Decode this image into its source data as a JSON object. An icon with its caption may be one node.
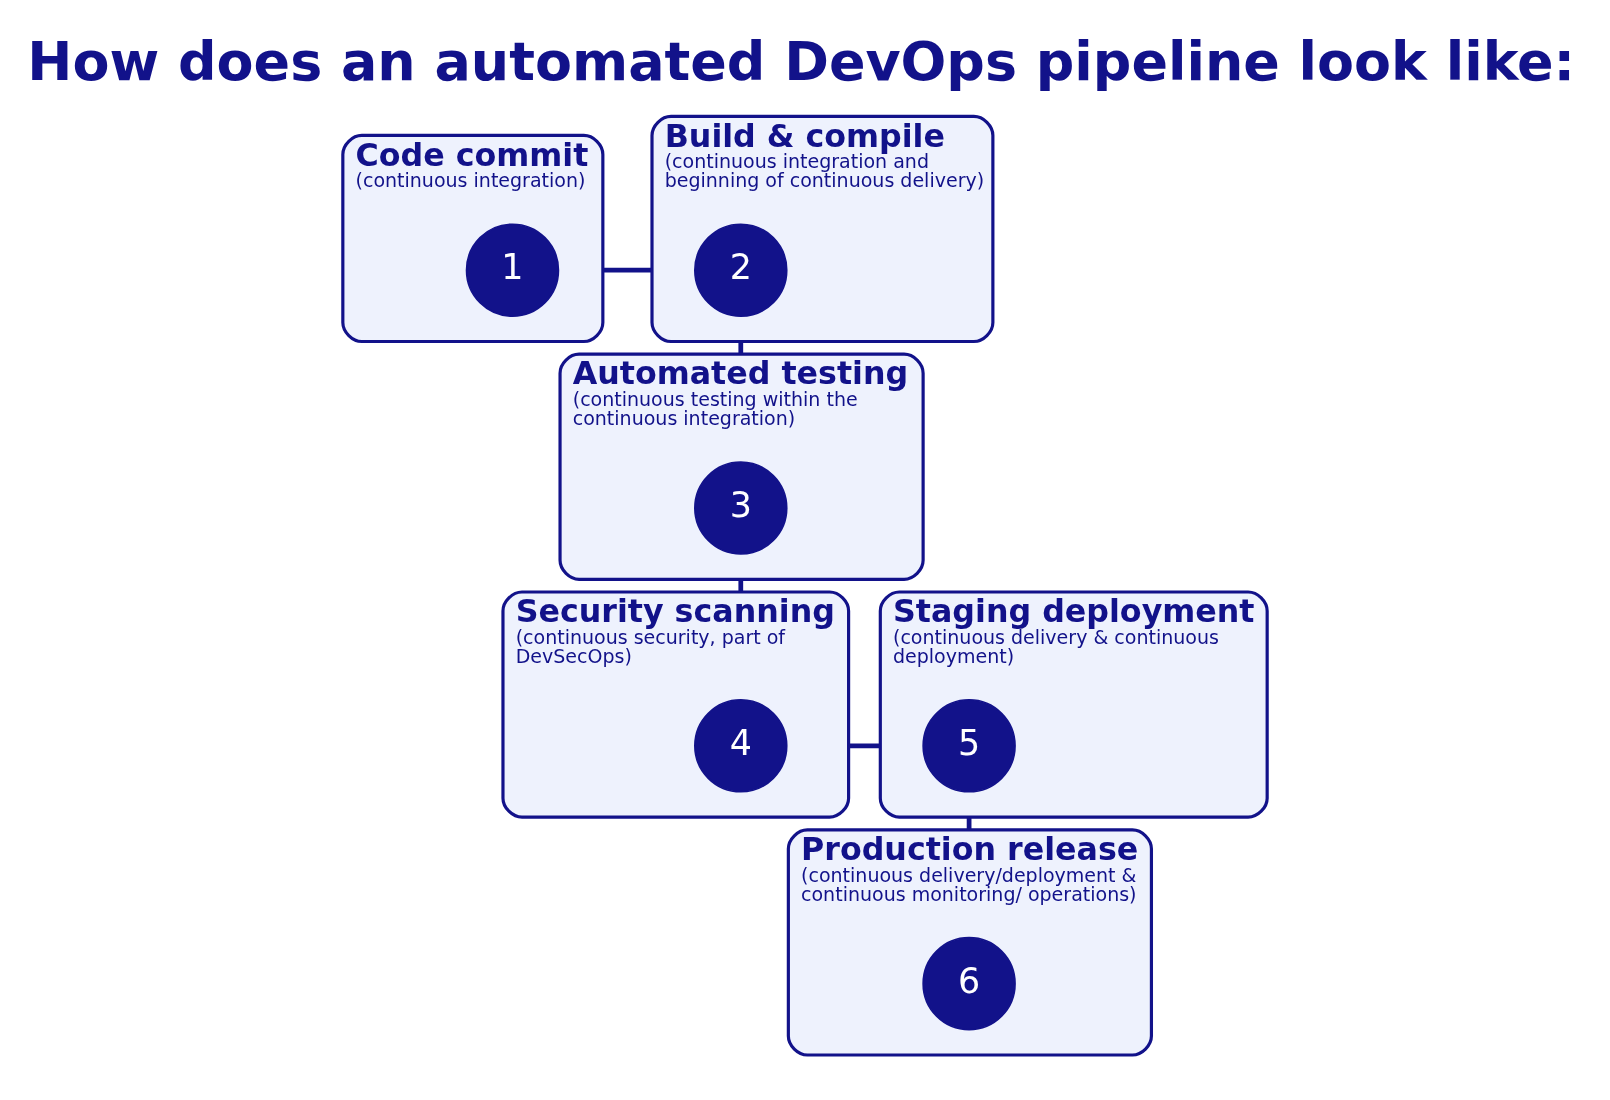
{
  "diagram": {
    "title": "How does an automated DevOps pipeline look like:",
    "nodes": [
      {
        "text": [
          "Code commit",
          "(continuous integration)"
        ]
      },
      {
        "text": [
          "1"
        ],
        "in": 0
      },
      {
        "text": [
          "Build & compile",
          "(continuous integration and beginning of continuous delivery)"
        ]
      },
      {
        "text": [
          "2"
        ],
        "in": 2
      },
      {
        "text": [
          "Automated testing",
          "(continuous testing within the continuous integration)"
        ]
      },
      {
        "text": [
          "3"
        ],
        "in": 4
      },
      {
        "text": [
          "Security scanning",
          "(continuous security, part of DevSecOps)"
        ]
      },
      {
        "text": [
          "4"
        ],
        "in": 6
      },
      {
        "text": [
          "Staging deployment",
          "(continuous delivery & continuous deployment)"
        ]
      },
      {
        "text": [
          "5"
        ],
        "in": 8
      },
      {
        "text": [
          "Production release",
          "(continuous delivery/deployment & continuous monitoring/ operations)"
        ]
      },
      {
        "text": [
          "6"
        ],
        "in": 10
      }
    ],
    "edges": [
      {
        "from": 0,
        "to": 2,
        "arrow": "none"
      },
      {
        "from": 2,
        "to": 4,
        "arrow": "none"
      },
      {
        "from": 4,
        "to": 6,
        "arrow": "none"
      },
      {
        "from": 6,
        "to": 8,
        "arrow": "none"
      },
      {
        "from": 8,
        "to": 10,
        "arrow": "none"
      }
    ]
  }
}
